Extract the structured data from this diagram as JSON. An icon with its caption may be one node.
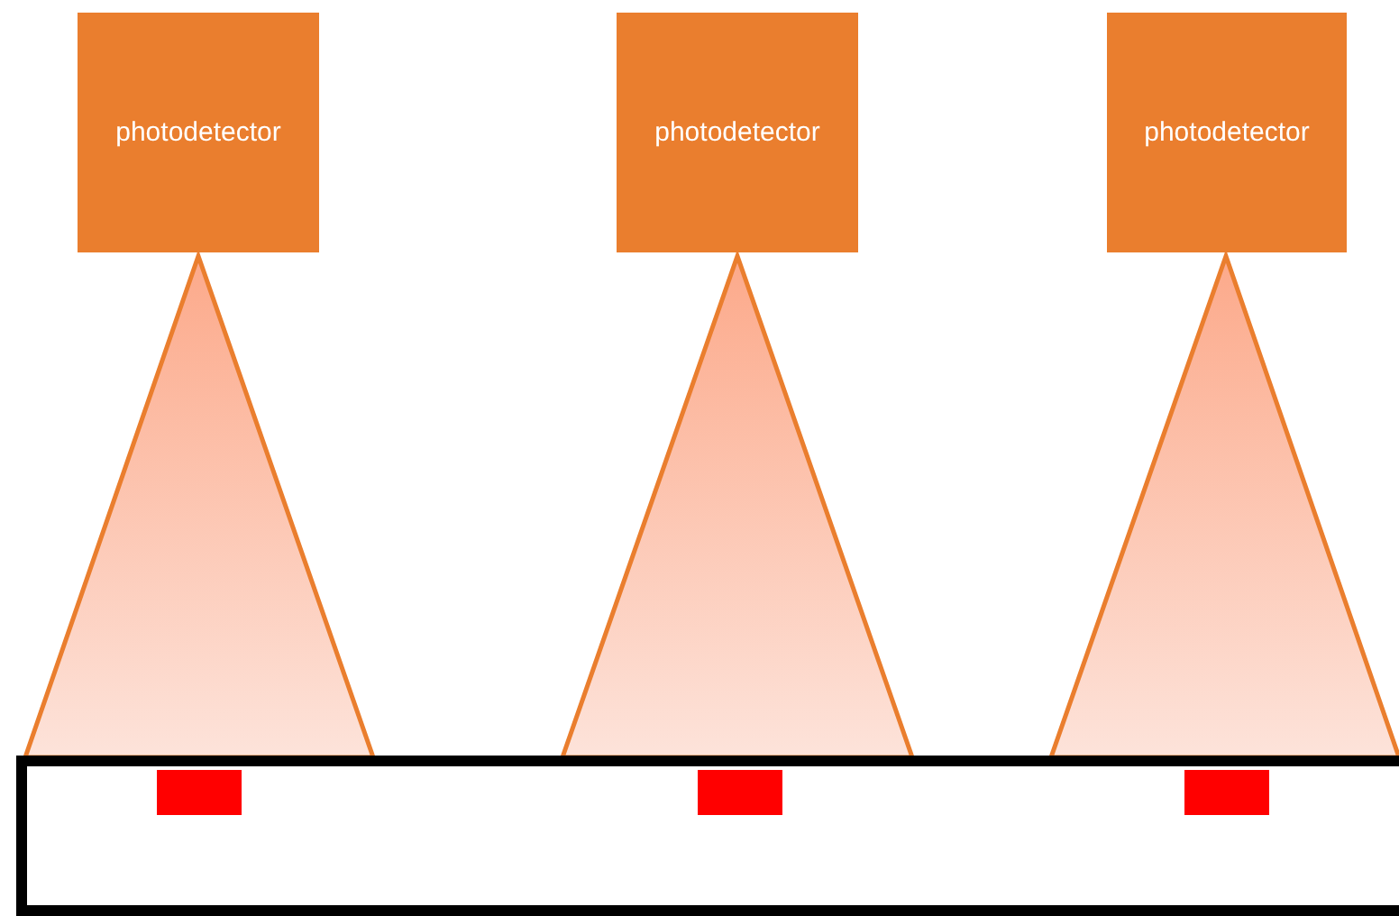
{
  "diagram": {
    "nodes": [
      {
        "text": [
          "photodetector"
        ]
      },
      {
        "text": [
          "photodetector"
        ]
      },
      {
        "text": [
          "photodetector"
        ]
      },
      {
        "text": [],
        "shape": "triangle"
      },
      {
        "text": [],
        "shape": "triangle"
      },
      {
        "text": [],
        "shape": "triangle"
      }
    ]
  }
}
